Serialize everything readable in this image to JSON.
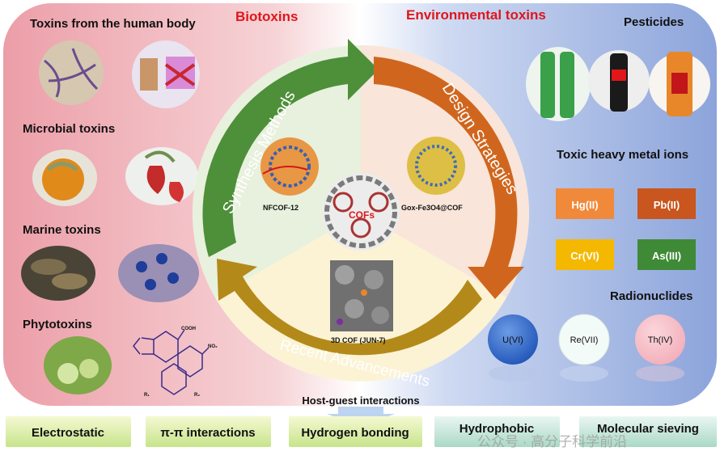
{
  "titles": {
    "left": "Biotoxins",
    "right": "Environmental toxins"
  },
  "left_sections": [
    {
      "label": "Toxins from the human body"
    },
    {
      "label": "Microbial toxins"
    },
    {
      "label": "Marine toxins"
    },
    {
      "label": "Phytotoxins"
    }
  ],
  "right_sections": {
    "pesticides": "Pesticides",
    "heavy_metals": "Toxic heavy metal ions",
    "radionuclides": "Radionuclides"
  },
  "metals": [
    {
      "label": "Hg(II)",
      "color": "#f08a3a"
    },
    {
      "label": "Pb(II)",
      "color": "#c9561e"
    },
    {
      "label": "Cr(VI)",
      "color": "#f5b800"
    },
    {
      "label": "As(III)",
      "color": "#3f8a36"
    }
  ],
  "radionuclides": [
    "U(VI)",
    "Re(VII)",
    "Th(IV)"
  ],
  "cycle": {
    "synthesis": "Synthesis Methods",
    "design": "Design Strategies",
    "advances": "Recent Advancements"
  },
  "materials": {
    "nfcof": "NFCOF-12",
    "gox": "Gox-Fe3O4@COF",
    "center": "COFs",
    "threed": "3D COF  (JUN-7)"
  },
  "mol_labels": {
    "cooh": "COOH",
    "no2": "NO₂",
    "r1": "R₁",
    "r2": "R₂"
  },
  "host_guest": "Host-guest interactions",
  "interactions": [
    "Electrostatic",
    "π-π interactions",
    "Hydrogen bonding",
    "Hydrophobic",
    "Molecular sieving"
  ],
  "watermark": "公众号 · 高分子科学前沿"
}
